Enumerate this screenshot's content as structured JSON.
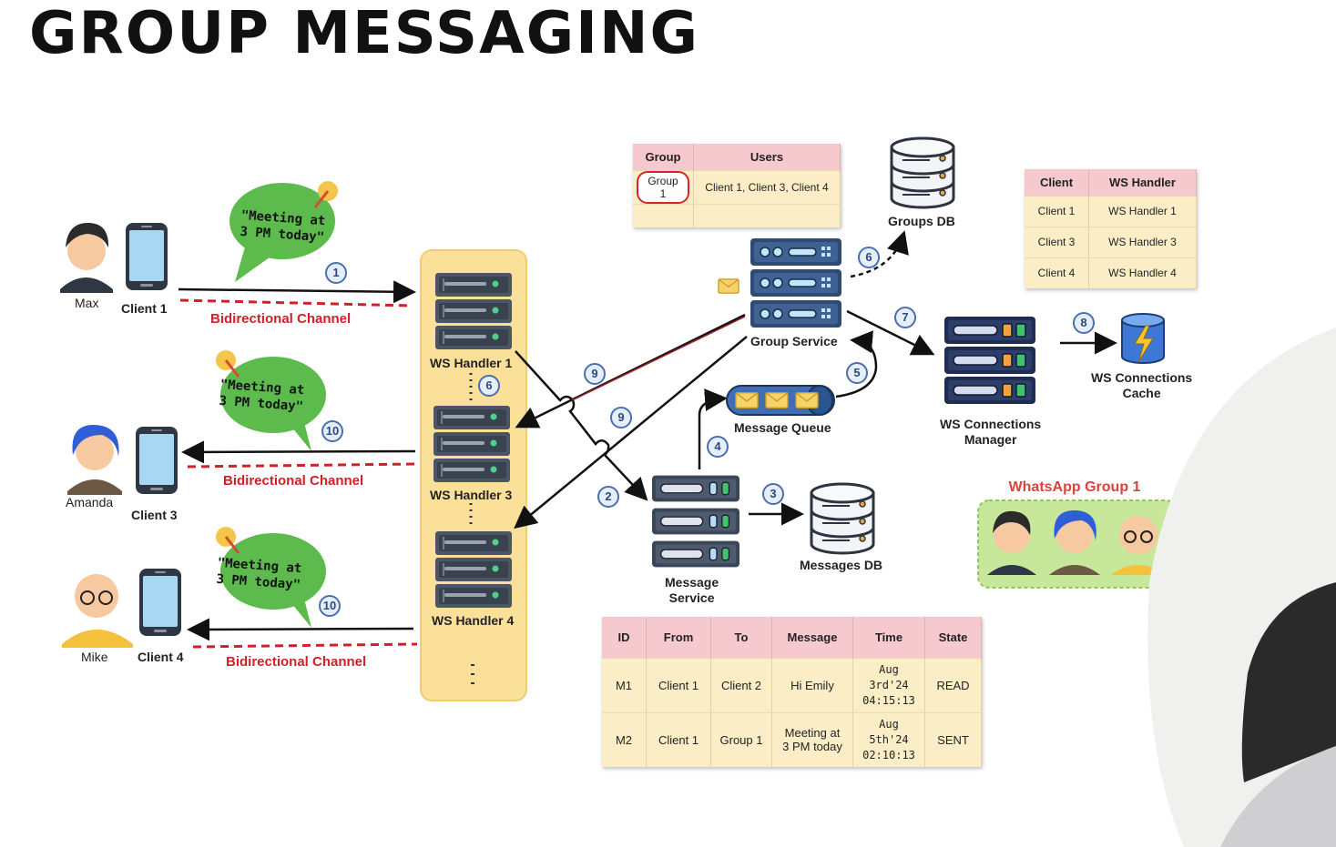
{
  "title": "GROUP MESSAGING",
  "clients": [
    {
      "person": "Max",
      "device": "Client 1",
      "channel": "Bidirectional Channel"
    },
    {
      "person": "Amanda",
      "device": "Client 3",
      "channel": "Bidirectional Channel"
    },
    {
      "person": "Mike",
      "device": "Client 4",
      "channel": "Bidirectional Channel"
    }
  ],
  "bubble_text": {
    "line1": "\"Meeting at",
    "line2": "3 PM today\""
  },
  "step_numbers": [
    "1",
    "2",
    "3",
    "4",
    "5",
    "6",
    "7",
    "8",
    "9",
    "10"
  ],
  "ws_handlers": [
    "WS Handler 1",
    "WS Handler 3",
    "WS Handler 4"
  ],
  "services": {
    "group_service": "Group Service",
    "groups_db": "Groups DB",
    "message_queue": "Message Queue",
    "message_service_line1": "Message",
    "message_service_line2": "Service",
    "messages_db": "Messages DB",
    "ws_manager_line1": "WS Connections",
    "ws_manager_line2": "Manager",
    "ws_cache_line1": "WS Connections",
    "ws_cache_line2": "Cache"
  },
  "group_table": {
    "headers": [
      "Group",
      "Users"
    ],
    "rows": [
      [
        "Group 1",
        "Client 1, Client 3, Client 4"
      ]
    ]
  },
  "ws_table": {
    "headers": [
      "Client",
      "WS Handler"
    ],
    "rows": [
      [
        "Client 1",
        "WS Handler 1"
      ],
      [
        "Client 3",
        "WS Handler 3"
      ],
      [
        "Client 4",
        "WS Handler 4"
      ]
    ]
  },
  "messages_table": {
    "headers": [
      "ID",
      "From",
      "To",
      "Message",
      "Time",
      "State"
    ],
    "rows": [
      {
        "id": "M1",
        "from": "Client 1",
        "to": "Client 2",
        "msg1": "Hi Emily",
        "msg2": "",
        "t1": "Aug",
        "t2": "3rd'24",
        "t3": "04:15:13",
        "state": "READ"
      },
      {
        "id": "M2",
        "from": "Client 1",
        "to": "Group 1",
        "msg1": "Meeting at",
        "msg2": "3 PM today",
        "t1": "Aug",
        "t2": "5th'24",
        "t3": "02:10:13",
        "state": "SENT"
      }
    ]
  },
  "whatsapp_group": "WhatsApp Group 1",
  "colors": {
    "red": "#d0212b",
    "bubble_green": "#5dbb4e",
    "handler_panel": "#fbe09a",
    "table_bg": "#fbeec6",
    "table_header": "#f6c9cf",
    "server_blue": "#2f4b73"
  }
}
